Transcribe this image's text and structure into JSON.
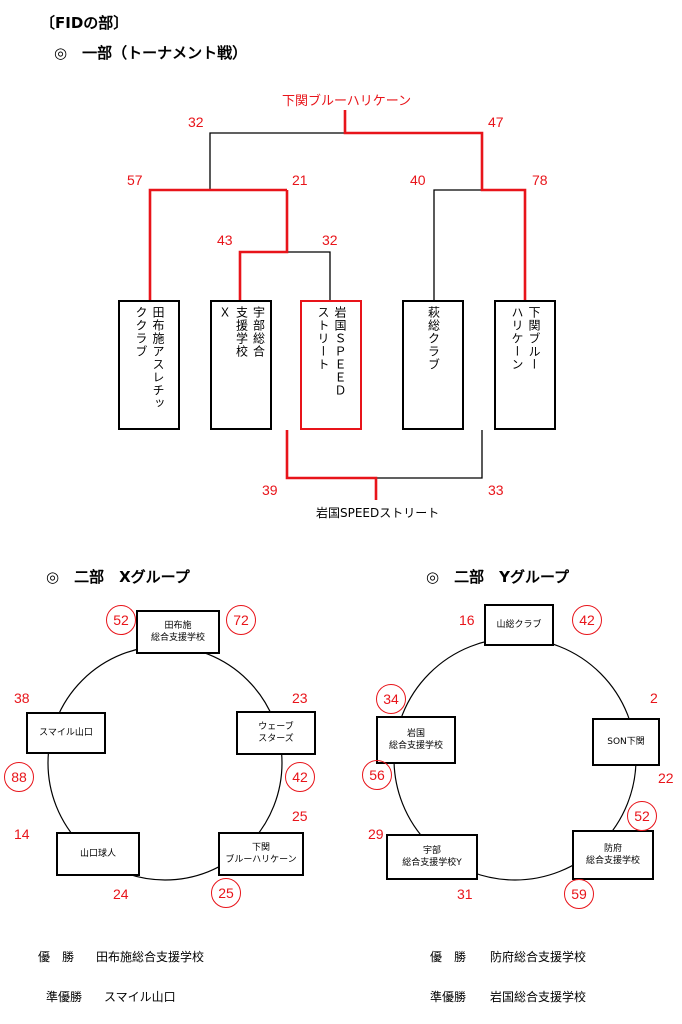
{
  "header": {
    "section_title": "〔FIDの部〕",
    "part1_title": "◎　一部（トーナメント戦）",
    "part2x_title": "◎　二部　Xグループ",
    "part2y_title": "◎　二部　Yグループ"
  },
  "bracket": {
    "champion_label": "下関ブルーハリケーン",
    "third_place_label": "岩国SPEEDストリート",
    "teams": [
      {
        "col1": "田布施アスレチッ",
        "col2": "ククラブ"
      },
      {
        "col1": "宇部総合",
        "col2": "支援学校",
        "col3": "Ｘ"
      },
      {
        "col1": "岩国ＳＰＥＥＤ",
        "col2": "ストリート"
      },
      {
        "col1": "萩総クラブ"
      },
      {
        "col1": "下関ブルー",
        "col2": "ハリケーン"
      }
    ],
    "scores": {
      "final_left": "32",
      "final_right": "47",
      "semi_left_a": "57",
      "semi_left_b": "21",
      "qf_a": "43",
      "qf_b": "32",
      "semi_right_a": "40",
      "semi_right_b": "78",
      "third_left": "39",
      "third_right": "33"
    }
  },
  "group_x": {
    "teams": {
      "top": [
        "田布施",
        "総合支援学校"
      ],
      "right": [
        "ウェーブ",
        "スターズ"
      ],
      "bottom_right": [
        "下関",
        "ブルーハリケーン"
      ],
      "bottom_left": [
        "山口球人"
      ],
      "left": [
        "スマイル山口"
      ]
    },
    "scores": {
      "top_left": "52",
      "top_right": "72",
      "right_top": "23",
      "right_bottom": "42",
      "br_top": "25",
      "br_bottom": "25",
      "bl_bottom": "24",
      "bl_top": "14",
      "left_top": "38",
      "left_bottom": "88"
    },
    "winner_label": "優　勝",
    "winner": "田布施総合支援学校",
    "runner_up_label": "準優勝",
    "runner_up": "スマイル山口"
  },
  "group_y": {
    "teams": {
      "top": [
        "山総クラブ"
      ],
      "right": [
        "SON下関"
      ],
      "bottom_right": [
        "防府",
        "総合支援学校"
      ],
      "bottom_left": [
        "宇部",
        "総合支援学校Y"
      ],
      "left": [
        "岩国",
        "総合支援学校"
      ]
    },
    "scores": {
      "top_left": "16",
      "top_right": "42",
      "right_top": "2",
      "right_bottom": "22",
      "br_top": "52",
      "br_bottom": "59",
      "bl_bottom": "31",
      "bl_top": "29",
      "left_bottom": "56",
      "left_top": "34"
    },
    "winner_label": "優　勝",
    "winner": "防府総合支援学校",
    "runner_up_label": "準優勝",
    "runner_up": "岩国総合支援学校"
  },
  "colors": {
    "winner_line": "#e8141a",
    "line": "#000000"
  }
}
